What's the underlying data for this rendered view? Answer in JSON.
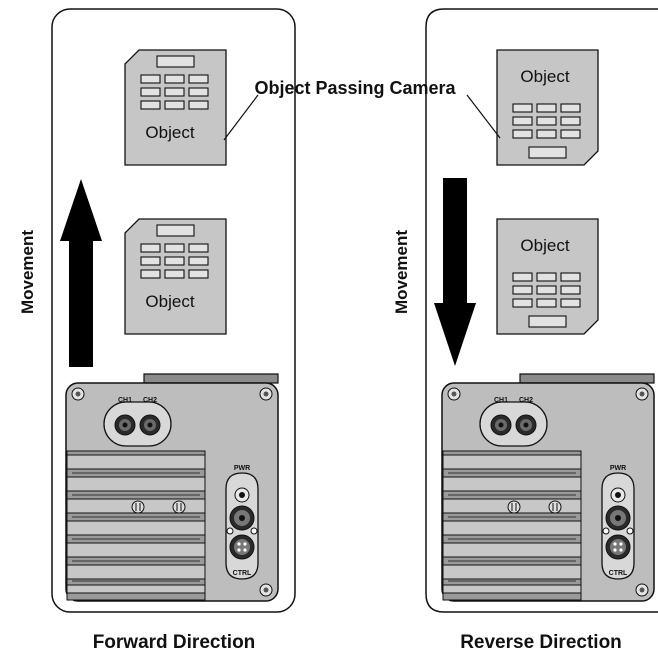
{
  "callout": "Object Passing Camera",
  "forward": {
    "caption": "Forward Direction",
    "movement": "Movement",
    "object_top": "Object",
    "object_bottom": "Object"
  },
  "reverse": {
    "caption": "Reverse Direction",
    "movement": "Movement",
    "object_top": "Object",
    "object_bottom": "Object"
  },
  "camera": {
    "ch1": "CH1",
    "ch2": "CH2",
    "pwr": "PWR",
    "ctrl": "CTRL"
  },
  "colors": {
    "object_fill": "#c6c6c6",
    "camera_fill": "#bdbdbd",
    "camera_dark": "#8c8c8c",
    "stroke": "#111111",
    "arrow": "#000000"
  }
}
